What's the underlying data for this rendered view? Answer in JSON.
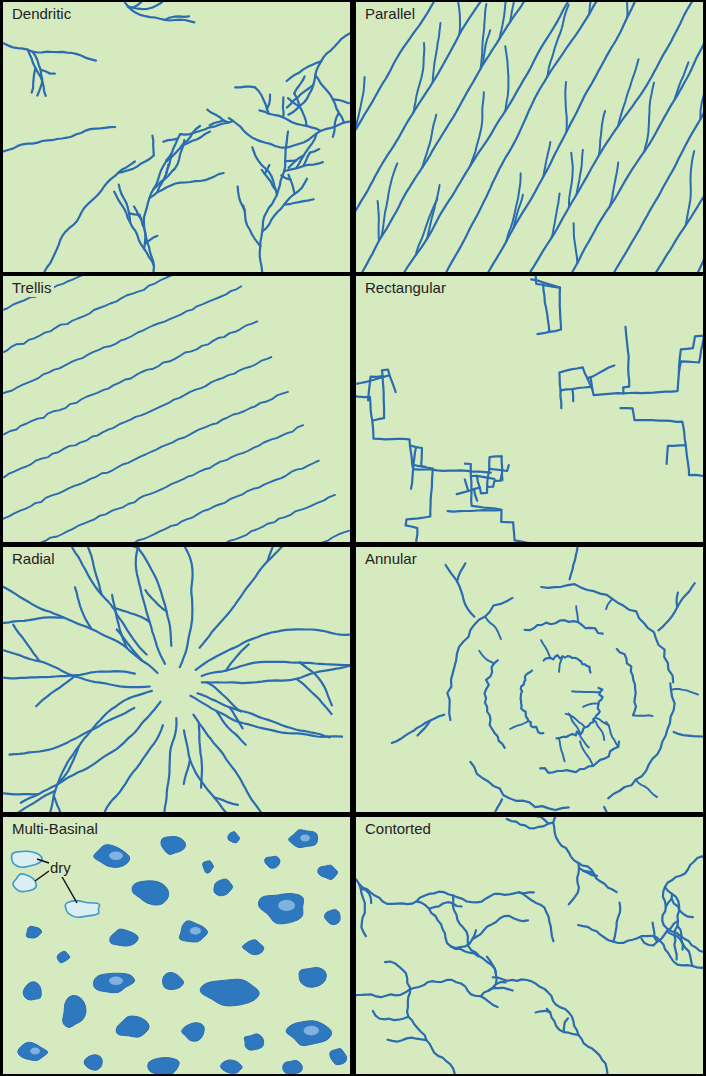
{
  "diagram": {
    "nodes": [
      {
        "text": [
          "Dendritic"
        ]
      },
      {
        "text": [
          "Parallel"
        ]
      },
      {
        "text": [
          "Trellis"
        ]
      },
      {
        "text": [
          "Rectangular"
        ]
      },
      {
        "text": [
          "Radial"
        ]
      },
      {
        "text": [
          "Annular"
        ]
      },
      {
        "text": [
          "Multi-Basinal",
          "dry"
        ]
      },
      {
        "text": [
          "Contorted"
        ]
      }
    ]
  }
}
